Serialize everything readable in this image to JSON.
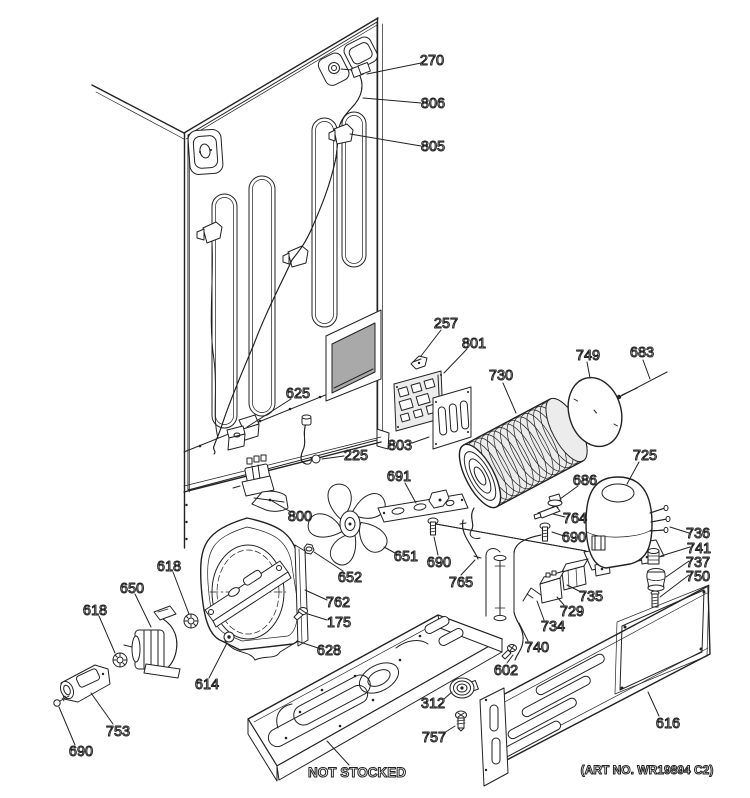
{
  "diagram": {
    "not_stocked": "NOT STOCKED",
    "art_no": "(ART NO. WR19894 C2)"
  },
  "callouts": {
    "n270": "270",
    "n806": "806",
    "n805": "805",
    "n257": "257",
    "n801": "801",
    "n803": "803",
    "n730": "730",
    "n749": "749",
    "n683": "683",
    "n625": "625",
    "n225": "225",
    "n800": "800",
    "n691": "691",
    "n651": "651",
    "n652": "652",
    "n686": "686",
    "n725": "725",
    "n764": "764",
    "n736": "736",
    "n741": "741",
    "n737": "737",
    "n750": "750",
    "n690a": "690",
    "n690b": "690",
    "n690c": "690",
    "n765": "765",
    "n735": "735",
    "n729": "729",
    "n734": "734",
    "n740": "740",
    "n602": "602",
    "n762": "762",
    "n175": "175",
    "n628": "628",
    "n614": "614",
    "n618a": "618",
    "n618b": "618",
    "n650": "650",
    "n753": "753",
    "n616": "616",
    "n312": "312",
    "n757": "757"
  }
}
